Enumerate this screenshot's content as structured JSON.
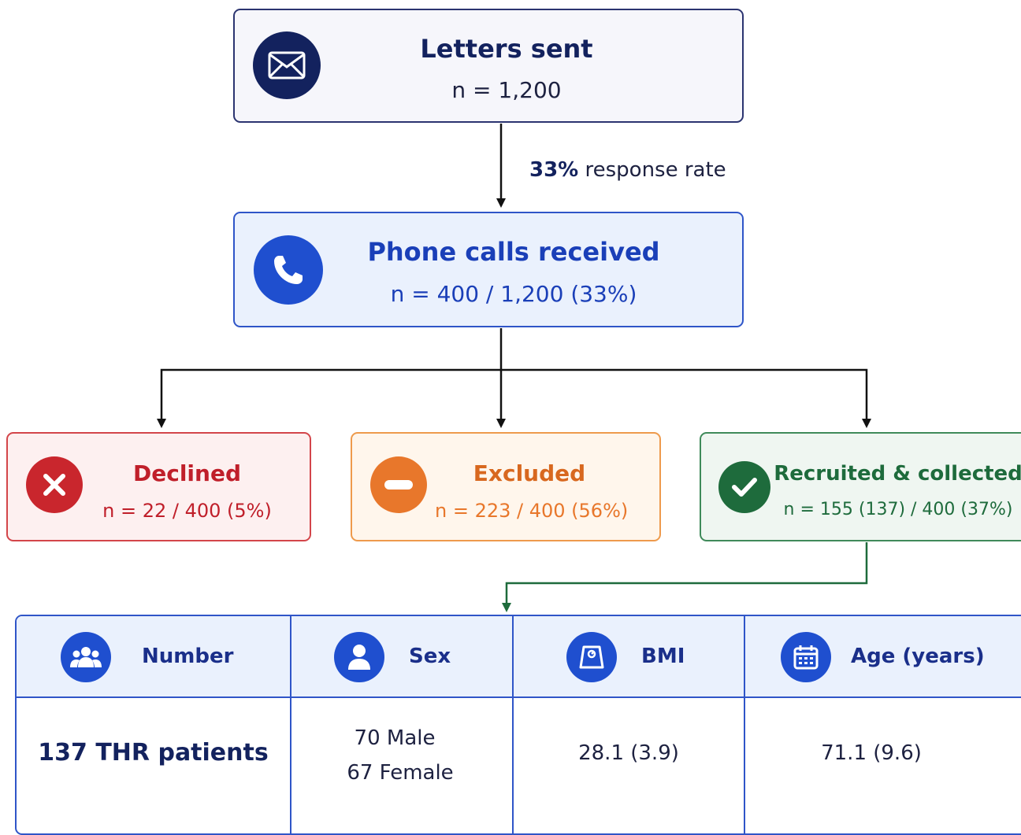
{
  "letters": {
    "title": "Letters sent",
    "count": "n = 1,200",
    "icon": "envelope-icon"
  },
  "response": {
    "pct": "33%",
    "label": "response rate"
  },
  "phone": {
    "title": "Phone calls received",
    "count": "n = 400 / 1,200 (33%)",
    "icon": "phone-icon"
  },
  "outcomes": {
    "declined": {
      "title": "Declined",
      "count": "n = 22 / 400 (5%)",
      "icon": "x-circle-icon",
      "color": "#c9262d"
    },
    "excluded": {
      "title": "Excluded",
      "count": "n = 223 / 400 (56%)",
      "icon": "minus-circle-icon",
      "color": "#e8772b"
    },
    "recruited": {
      "title": "Recruited & collected",
      "count": "n = 155 (137) / 400 (37%)",
      "icon": "check-circle-icon",
      "color": "#1e6b3c"
    }
  },
  "table": {
    "headers": [
      "Number",
      "Sex",
      "BMI",
      "Age (years)"
    ],
    "icons": [
      "group-icon",
      "person-icon",
      "scale-icon",
      "calendar-icon"
    ],
    "number": "137 THR patients",
    "sex_male": "70 Male",
    "sex_female": "67 Female",
    "bmi": "28.1 (3.9)",
    "age": "71.1 (9.6)"
  },
  "colors": {
    "navy": "#1a2f8a",
    "blue": "#2f55c8",
    "red": "#c9262d",
    "orange": "#e8772b",
    "green": "#1e6b3c"
  }
}
